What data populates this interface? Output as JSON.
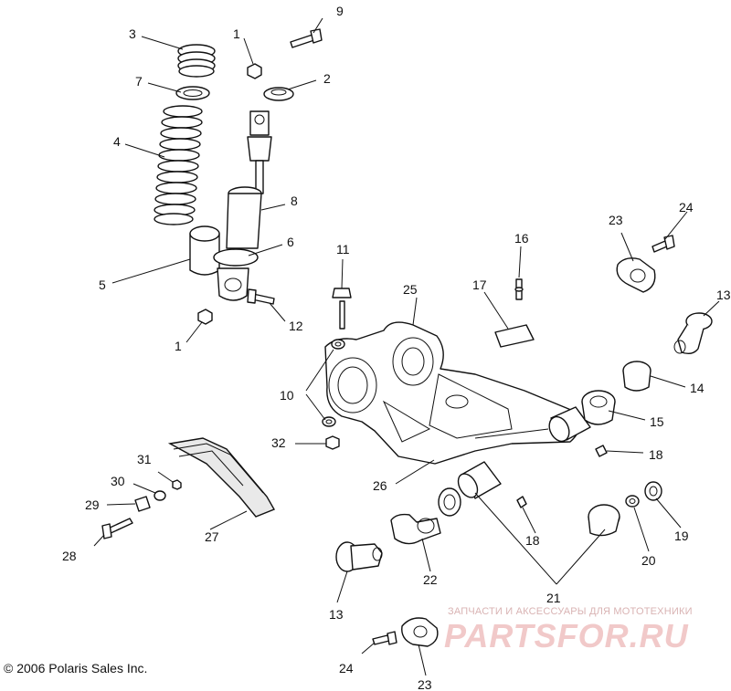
{
  "copyright": "© 2006 Polaris Sales Inc.",
  "watermark": {
    "tagline": "ЗАПЧАСТИ И АКСЕССУАРЫ ДЛЯ МОТОТЕХНИКИ",
    "logo": "PARTSFOR.RU",
    "color": "#f1c9c9"
  },
  "callouts": {
    "c1a": "1",
    "c1b": "1",
    "c2": "2",
    "c3": "3",
    "c4": "4",
    "c5": "5",
    "c6": "6",
    "c7": "7",
    "c8": "8",
    "c9": "9",
    "c10": "10",
    "c11": "11",
    "c12": "12",
    "c13a": "13",
    "c13b": "13",
    "c14": "14",
    "c15": "15",
    "c16": "16",
    "c17": "17",
    "c18a": "18",
    "c18b": "18",
    "c19": "19",
    "c20": "20",
    "c21": "21",
    "c22": "22",
    "c23a": "23",
    "c23b": "23",
    "c24a": "24",
    "c24b": "24",
    "c25": "25",
    "c26": "26",
    "c27": "27",
    "c28": "28",
    "c29": "29",
    "c30": "30",
    "c31": "31",
    "c32": "32"
  }
}
